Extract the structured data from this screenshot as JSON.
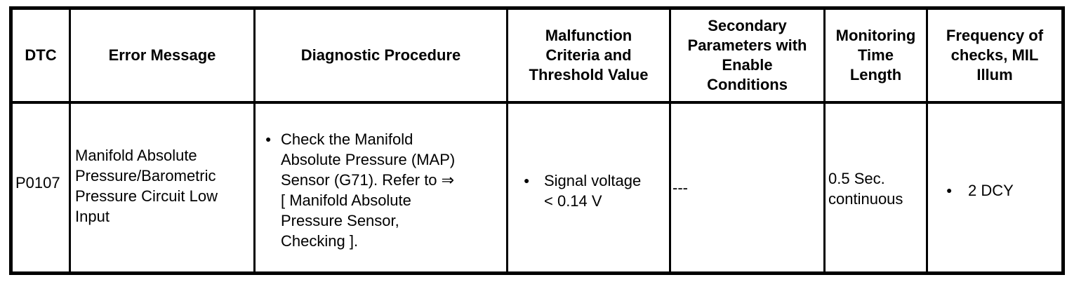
{
  "colors": {
    "background": "#ffffff",
    "text": "#000000",
    "border": "#000000"
  },
  "table": {
    "bullet_icon": "●",
    "columns": [
      {
        "key": "dtc",
        "label": "DTC"
      },
      {
        "key": "error_message",
        "label": "Error Message"
      },
      {
        "key": "diagnostic_procedure",
        "label": "Diagnostic Procedure"
      },
      {
        "key": "malfunction_criteria",
        "label": "Malfunction\nCriteria and\nThreshold Value"
      },
      {
        "key": "secondary_parameters",
        "label": "Secondary\nParameters with\nEnable\nConditions"
      },
      {
        "key": "monitoring_time",
        "label": "Monitoring\nTime\nLength"
      },
      {
        "key": "frequency",
        "label": "Frequency of\nchecks, MIL\nIllum"
      }
    ],
    "rows": [
      {
        "dtc": "P0107",
        "error_message": "Manifold Absolute\nPressure/Barometric\nPressure Circuit Low\nInput",
        "diagnostic_procedure": {
          "bullet": true,
          "text": "Check the Manifold\nAbsolute Pressure (MAP)\nSensor (G71). Refer to ⇒\n[ Manifold Absolute\nPressure Sensor,\nChecking ]."
        },
        "malfunction_criteria": {
          "bullet": true,
          "text": "Signal voltage\n< 0.14 V"
        },
        "secondary_parameters": "---",
        "monitoring_time": "0.5 Sec.\ncontinuous",
        "frequency": {
          "bullet": true,
          "text": "2 DCY"
        }
      }
    ]
  }
}
